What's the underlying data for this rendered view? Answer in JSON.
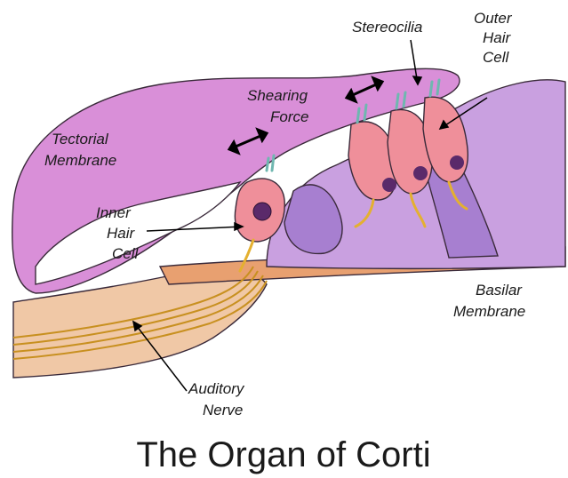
{
  "title": "The Organ of Corti",
  "labels": {
    "stereocilia": "Stereocilia",
    "outer_hair_cell": [
      "Outer",
      "Hair",
      "Cell"
    ],
    "shearing_force": [
      "Shearing",
      "Force"
    ],
    "tectorial_membrane": [
      "Tectorial",
      "Membrane"
    ],
    "inner_hair_cell": [
      "Inner",
      "Hair",
      "Cell"
    ],
    "basilar_membrane": [
      "Basilar",
      "Membrane"
    ],
    "auditory_nerve": [
      "Auditory",
      "Nerve"
    ]
  },
  "colors": {
    "membrane": "#d98fd8",
    "support": "#a77fd0",
    "hair_cell": "#ef8f9a",
    "nucleus": "#5a2a6a",
    "nerve": "#f2c44a",
    "bone": "#f0c8a6",
    "basilar": "#e8a070",
    "cilia": "#6fb7b0"
  }
}
